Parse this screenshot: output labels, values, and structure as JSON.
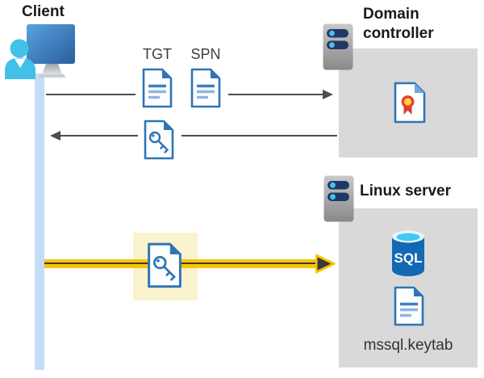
{
  "nodes": {
    "client": {
      "label": "Client"
    },
    "domain_controller": {
      "label": "Domain controller"
    },
    "linux_server": {
      "label": "Linux server"
    },
    "sql_database": {
      "label": "SQL"
    },
    "keytab_file": {
      "label": "mssql.keytab"
    }
  },
  "messages": {
    "tgt_label": "TGT",
    "spn_label": "SPN"
  },
  "icons": {
    "client": "client-computer-with-user-icon",
    "servers": "server-icon",
    "ticket_documents": "document-icon",
    "service_ticket": "key-file-icon",
    "certificate": "certificate-icon",
    "database": "sql-database-icon"
  },
  "colors": {
    "doc_blue": "#2E75B6",
    "doc_line_light": "#8FB4E0",
    "lifeline_blue": "#C5DCF7",
    "client_cyan": "#41C0E8",
    "monitor_blue_top": "#57A3DE",
    "monitor_blue_bottom": "#2B5C9E",
    "server_bar_navy": "#1F3864",
    "server_dot_cyan": "#4AC1EC",
    "node_box_gray": "#D9D9D9",
    "arrow_gray": "#4D4D4D",
    "highlight_yellow": "#F9C606",
    "highlight_pale_yellow": "#FBF3CE",
    "certificate_red": "#DA3B26",
    "certificate_gold": "#FFD23B",
    "sql_body_blue": "#1269B4",
    "sql_top_cyan": "#43C7F4"
  }
}
